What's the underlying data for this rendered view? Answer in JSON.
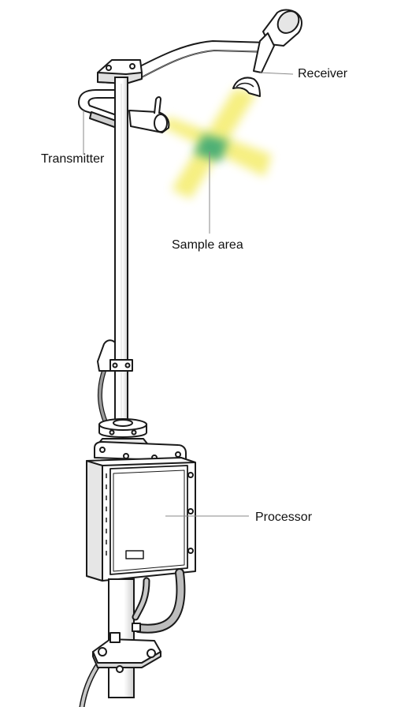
{
  "labels": {
    "receiver": "Receiver",
    "transmitter": "Transmitter",
    "sample_area": "Sample area",
    "processor": "Processor"
  },
  "colors": {
    "beam": "#f4ec6a",
    "sample": "#3aa874",
    "outline": "#1a1a1a",
    "fill": "#ffffff",
    "shade": "#d8d8d8",
    "leader": "#8a8a8a"
  }
}
